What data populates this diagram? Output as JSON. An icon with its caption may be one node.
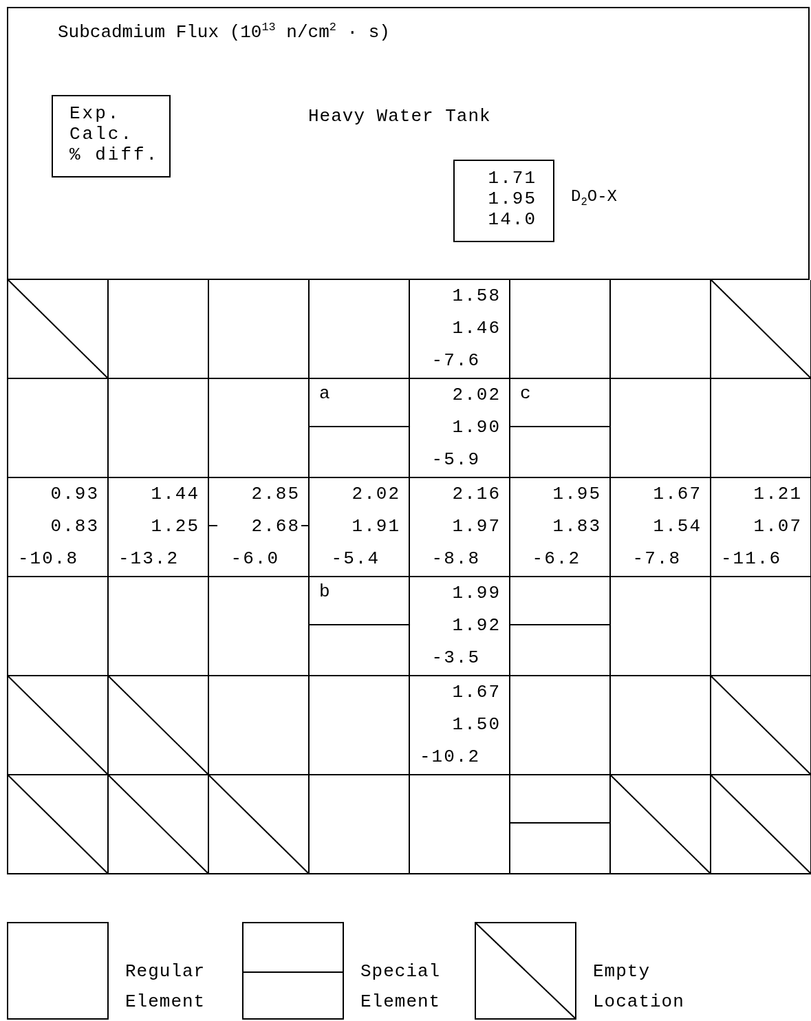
{
  "diagram": {
    "title": "Subcadmium Flux (10$^{13}$ n/cm$^{2}$ · s)",
    "nodes": [
      {
        "text": [
          "Heavy Water Tank"
        ]
      },
      {
        "text": [
          "Exp.",
          "Calc.",
          "% diff."
        ],
        "in": 0
      },
      {
        "text": [
          "1.71",
          "1.95",
          "14.0"
        ],
        "beside": [
          "D$_{2}$O-X"
        ],
        "in": 0
      },
      {
        "text": [],
        "shape": "box"
      },
      {
        "text": [],
        "shape": "box"
      },
      {
        "text": [],
        "shape": "box"
      },
      {
        "text": [],
        "shape": "box"
      },
      {
        "text": [
          "1.58",
          "1.46",
          "-7.6"
        ]
      },
      {
        "text": [],
        "shape": "box"
      },
      {
        "text": [],
        "shape": "box"
      },
      {
        "text": [],
        "shape": "box"
      },
      {
        "text": [],
        "shape": "box"
      },
      {
        "text": [],
        "shape": "box"
      },
      {
        "text": [],
        "shape": "box"
      },
      {
        "text": [
          "a"
        ]
      },
      {
        "text": [
          "2.02",
          "1.90",
          "-5.9"
        ]
      },
      {
        "text": [
          "c"
        ]
      },
      {
        "text": [],
        "shape": "box"
      },
      {
        "text": [],
        "shape": "box"
      },
      {
        "text": [
          "0.93",
          "0.83",
          "-10.8"
        ]
      },
      {
        "text": [
          "1.44",
          "1.25",
          "-13.2"
        ]
      },
      {
        "text": [
          "2.85",
          "2.68",
          "-6.0"
        ]
      },
      {
        "text": [
          "2.02",
          "1.91",
          "-5.4"
        ]
      },
      {
        "text": [
          "2.16",
          "1.97",
          "-8.8"
        ]
      },
      {
        "text": [
          "1.95",
          "1.83",
          "-6.2"
        ]
      },
      {
        "text": [
          "1.67",
          "1.54",
          "-7.8"
        ]
      },
      {
        "text": [
          "1.21",
          "1.07",
          "-11.6"
        ]
      },
      {
        "text": [],
        "shape": "box"
      },
      {
        "text": [],
        "shape": "box"
      },
      {
        "text": [],
        "shape": "box"
      },
      {
        "text": [
          "b"
        ]
      },
      {
        "text": [
          "1.99",
          "1.92",
          "-3.5"
        ]
      },
      {
        "text": [],
        "shape": "box"
      },
      {
        "text": [],
        "shape": "box"
      },
      {
        "text": [],
        "shape": "box"
      },
      {
        "text": [],
        "shape": "box"
      },
      {
        "text": [],
        "shape": "box"
      },
      {
        "text": [],
        "shape": "box"
      },
      {
        "text": [],
        "shape": "box"
      },
      {
        "text": [
          "1.67",
          "1.50",
          "-10.2"
        ]
      },
      {
        "text": [],
        "shape": "box"
      },
      {
        "text": [],
        "shape": "box"
      },
      {
        "text": [],
        "shape": "box"
      },
      {
        "text": [],
        "shape": "box"
      },
      {
        "text": [],
        "shape": "box"
      },
      {
        "text": [],
        "shape": "box"
      },
      {
        "text": [],
        "shape": "box"
      },
      {
        "text": [],
        "shape": "box"
      },
      {
        "text": [],
        "shape": "box"
      },
      {
        "text": [],
        "shape": "box"
      },
      {
        "text": [],
        "shape": "box"
      }
    ],
    "legend": [
      {
        "text": "Regular Element"
      },
      {
        "text": "Special Element"
      },
      {
        "text": "Empty Location"
      }
    ]
  }
}
